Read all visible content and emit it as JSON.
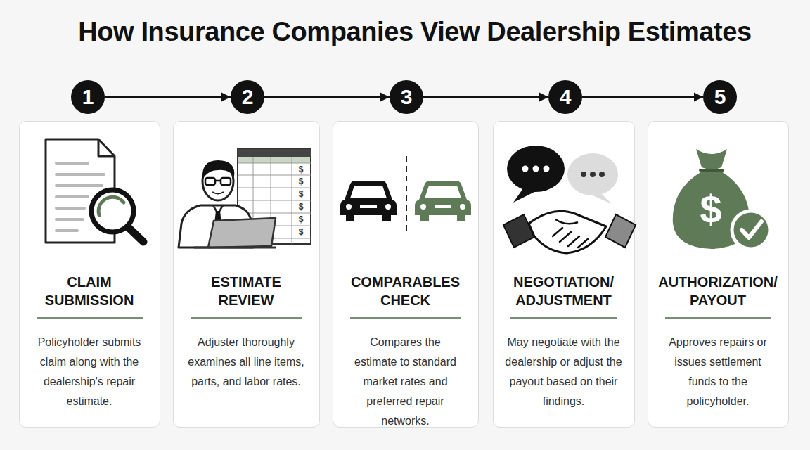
{
  "diagram": {
    "title": "How Insurance Companies View Dealership Estimates",
    "nodes": [
      {
        "text": [
          "1"
        ]
      },
      {
        "text": [
          "2"
        ]
      },
      {
        "text": [
          "3"
        ]
      },
      {
        "text": [
          "4"
        ]
      },
      {
        "text": [
          "5"
        ]
      },
      {
        "text": [
          "CLAIM SUBMISSION",
          "Policyholder submits claim along with the dealership's repair estimate."
        ]
      },
      {
        "text": [
          "ESTIMATE REVIEW",
          "Adjuster thoroughly examines all line items, parts, and labor rates."
        ]
      },
      {
        "text": [
          "COMPARABLES CHECK",
          "Compares the estimate to standard market rates and preferred repair networks."
        ]
      },
      {
        "text": [
          "NEGOTIATION/ ADJUSTMENT",
          "May negotiate with the dealership or adjust the payout based on their findings."
        ]
      },
      {
        "text": [
          "AUTHORIZATION/ PAYOUT",
          "Approves repairs or issues settlement funds to the policyholder."
        ]
      }
    ],
    "edges": [
      {
        "from": 0,
        "to": 1,
        "arrow": "to"
      },
      {
        "from": 1,
        "to": 2,
        "arrow": "to"
      },
      {
        "from": 2,
        "to": 3,
        "arrow": "to"
      },
      {
        "from": 3,
        "to": 4,
        "arrow": "to"
      }
    ],
    "labels": [
      "$",
      "$",
      "$",
      "$",
      "$",
      "$",
      "$"
    ]
  }
}
